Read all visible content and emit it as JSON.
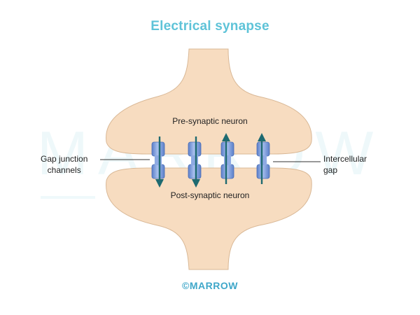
{
  "title": "Electrical synapse",
  "labels": {
    "pre_synaptic": "Pre-synaptic neuron",
    "post_synaptic": "Post-synaptic neuron",
    "gap_junction": [
      "Gap junction",
      "channels"
    ],
    "intercellular_gap": [
      "Intercellular",
      "gap"
    ]
  },
  "watermark": "MARROW",
  "copyright": "©MARROW",
  "colors": {
    "title": "#5ec3d8",
    "neuron_fill": "#f7dcc0",
    "neuron_outline": "#d9b896",
    "channel": "#7f9fdc",
    "arrow": "#1e6a70",
    "watermark": "#5ec3d8"
  },
  "channels": [
    {
      "name": "channel-1",
      "arrow": "down"
    },
    {
      "name": "channel-2",
      "arrow": "down"
    },
    {
      "name": "channel-3",
      "arrow": "up"
    },
    {
      "name": "channel-4",
      "arrow": "up"
    }
  ]
}
